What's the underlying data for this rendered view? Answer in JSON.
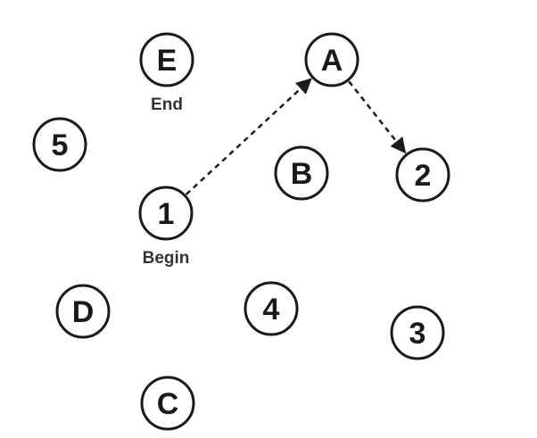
{
  "nodes": [
    {
      "id": "E",
      "label": "E",
      "caption": "End"
    },
    {
      "id": "A",
      "label": "A",
      "caption": ""
    },
    {
      "id": "5",
      "label": "5",
      "caption": ""
    },
    {
      "id": "B",
      "label": "B",
      "caption": ""
    },
    {
      "id": "2",
      "label": "2",
      "caption": ""
    },
    {
      "id": "1",
      "label": "1",
      "caption": "Begin"
    },
    {
      "id": "D",
      "label": "D",
      "caption": ""
    },
    {
      "id": "4",
      "label": "4",
      "caption": ""
    },
    {
      "id": "3",
      "label": "3",
      "caption": ""
    },
    {
      "id": "C",
      "label": "C",
      "caption": ""
    }
  ],
  "edges": [
    {
      "from": "1",
      "to": "A",
      "style": "dashed",
      "directed": true
    },
    {
      "from": "A",
      "to": "2",
      "style": "dashed",
      "directed": true
    }
  ],
  "colors": {
    "stroke": "#1a1a1a",
    "caption": "#333333",
    "background": "#ffffff"
  }
}
